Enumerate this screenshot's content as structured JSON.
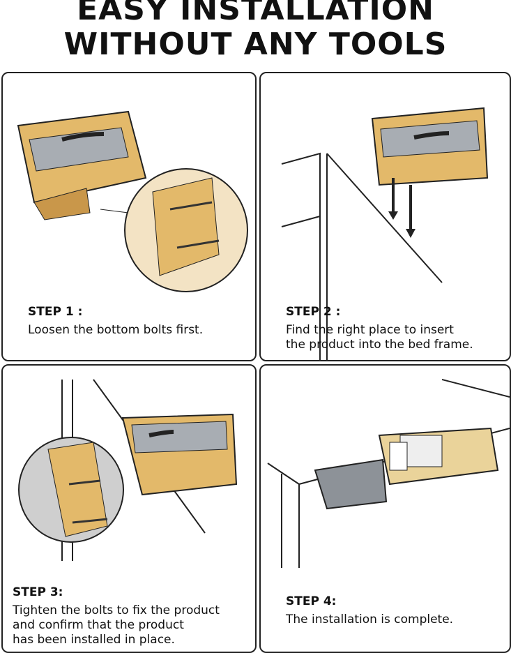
{
  "header": {
    "line1": "EASY INSTALLATION",
    "line2": "WITHOUT ANY TOOLS"
  },
  "steps": [
    {
      "label": "STEP 1 :",
      "text": "Loosen the bottom bolts first."
    },
    {
      "label": "STEP 2 :",
      "line1": "Find the right place to insert",
      "line2": "the product into the bed frame."
    },
    {
      "label": "STEP 3:",
      "line1": "Tighten the bolts to fix the product",
      "line2": "and confirm that the product",
      "line3": "has been installed in place."
    },
    {
      "label": "STEP 4:",
      "text": "The installation is complete."
    }
  ],
  "colors": {
    "wood": "#e3b96a",
    "wood_dark": "#c9974a",
    "drawer": "#a8adb3",
    "border": "#222222"
  }
}
